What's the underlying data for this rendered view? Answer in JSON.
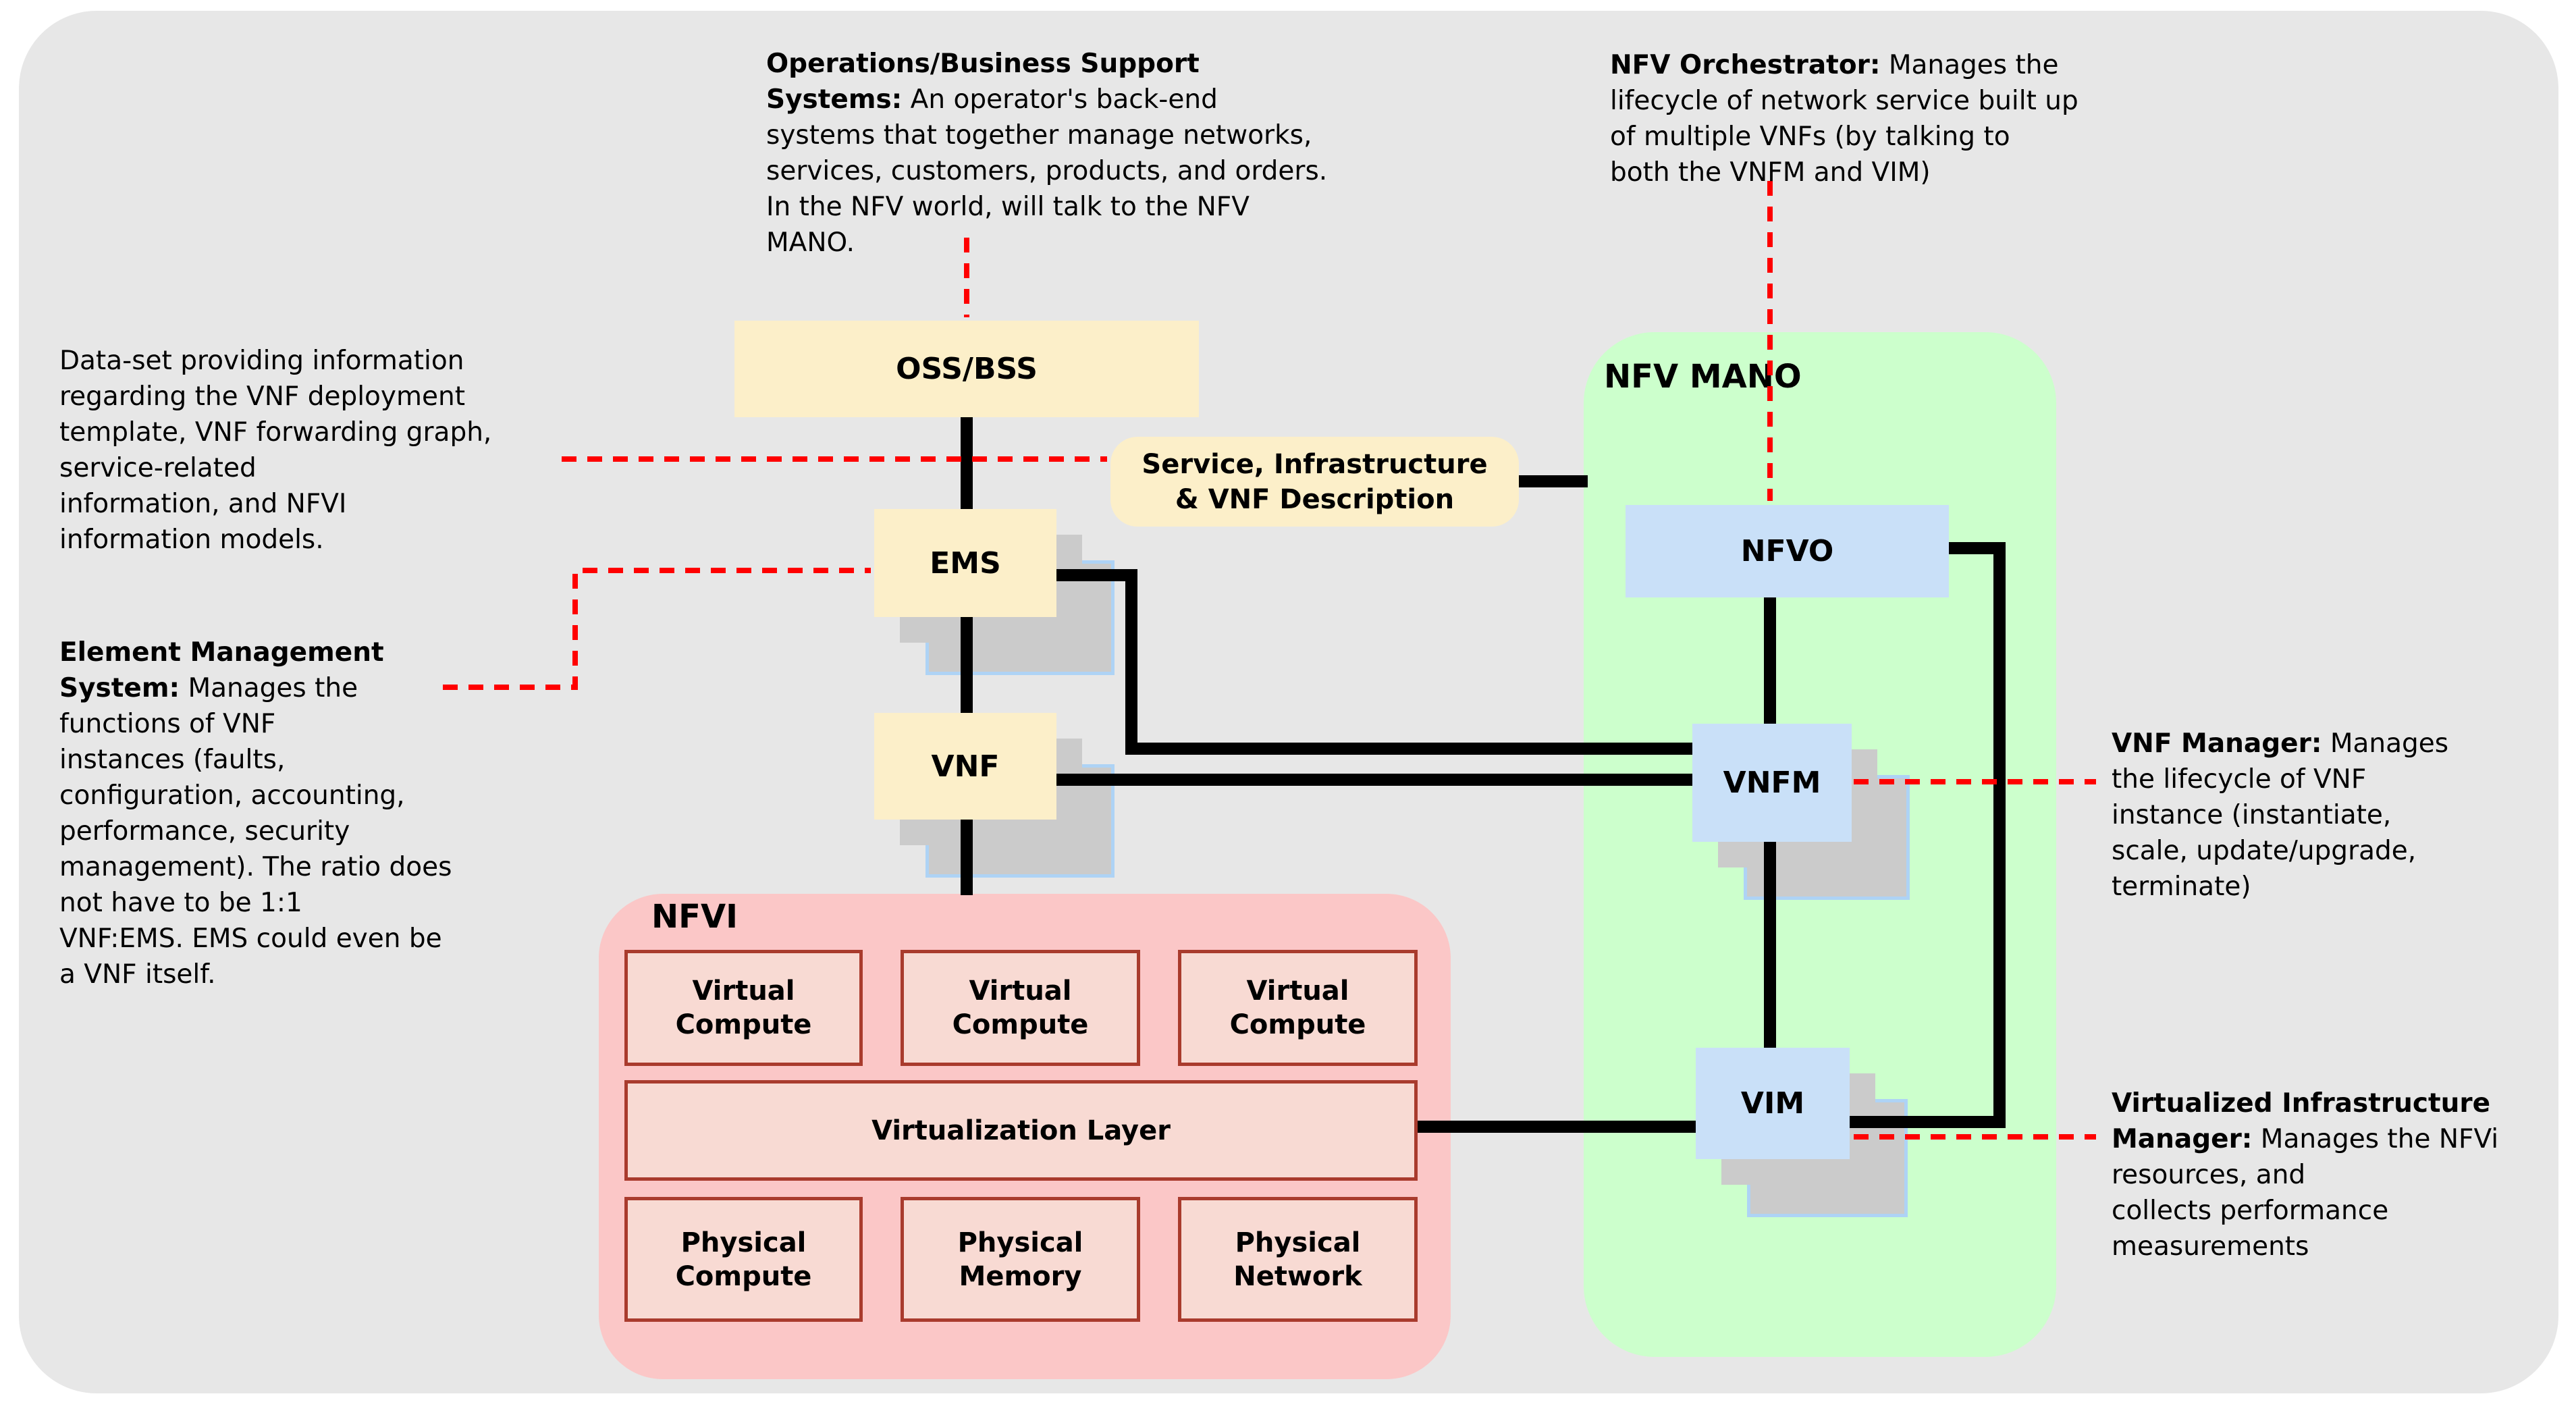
{
  "diagram_title": "NFV MANO architecture diagram",
  "colors": {
    "background_outer": "#FFFFFF",
    "background_panel": "#E7E7E7",
    "cream_box": "#FCEFC9",
    "blue_box": "#C9E0F8",
    "green_panel": "#CCFFCC",
    "pink_panel": "#FBC7C7",
    "pink_box_fill": "#F8DAD3",
    "pink_box_border": "#A93B2D",
    "shadow_gray": "#CBCBCB",
    "shadow_border_blue": "#AED3F5",
    "connector_black": "#000000",
    "leader_red": "#FF0000"
  },
  "boxes": {
    "oss": {
      "label": "OSS/BSS"
    },
    "ems": {
      "label": "EMS"
    },
    "vnf": {
      "label": "VNF"
    },
    "service_desc": {
      "label": "Service, Infrastructure\n& VNF Description"
    },
    "nfvo": {
      "label": "NFVO"
    },
    "vnfm": {
      "label": "VNFM"
    },
    "vim": {
      "label": "VIM"
    }
  },
  "panels": {
    "mano": {
      "label": "NFV MANO"
    },
    "nfvi": {
      "label": "NFVI",
      "virtual_compute": [
        "Virtual\nCompute",
        "Virtual\nCompute",
        "Virtual\nCompute"
      ],
      "virtualization_layer": "Virtualization Layer",
      "physical": [
        "Physical\nCompute",
        "Physical\nMemory",
        "Physical\nNetwork"
      ]
    }
  },
  "annotations": {
    "oss": {
      "lines": [
        {
          "b": "Operations/Business Support"
        },
        {
          "b": "Systems:",
          "r": " An operator's back-end"
        },
        {
          "r": "systems that together manage networks,"
        },
        {
          "r": "services, customers, products, and orders."
        },
        {
          "r": "In the NFV world, will talk to the NFV"
        },
        {
          "r": "MANO."
        }
      ]
    },
    "nfvo": {
      "lines": [
        {
          "b": "NFV Orchestrator:",
          "r": " Manages the"
        },
        {
          "r": "lifecycle of network service built up"
        },
        {
          "r": "of multiple VNFs (by talking to"
        },
        {
          "r": "both the VNFM and VIM)"
        }
      ]
    },
    "dataset": {
      "lines": [
        {
          "r": "Data-set providing information"
        },
        {
          "r": "regarding the VNF deployment"
        },
        {
          "r": "template, VNF forwarding graph,"
        },
        {
          "r": "service-related"
        },
        {
          "r": "information, and NFVI"
        },
        {
          "r": "information models."
        }
      ]
    },
    "ems": {
      "lines": [
        {
          "b": "Element Management"
        },
        {
          "b": "System:",
          "r": " Manages the"
        },
        {
          "r": "functions of VNF"
        },
        {
          "r": "instances (faults,"
        },
        {
          "r": "configuration, accounting,"
        },
        {
          "r": "performance, security"
        },
        {
          "r": "management). The ratio does"
        },
        {
          "r": "not have to be 1:1"
        },
        {
          "r": "VNF:EMS. EMS could even be"
        },
        {
          "r": "a VNF itself."
        }
      ]
    },
    "vnfm": {
      "lines": [
        {
          "b": "VNF Manager:",
          "r": " Manages"
        },
        {
          "r": "the lifecycle of VNF"
        },
        {
          "r": "instance (instantiate,"
        },
        {
          "r": "scale, update/upgrade,"
        },
        {
          "r": "terminate)"
        }
      ]
    },
    "vim": {
      "lines": [
        {
          "b": "Virtualized Infrastructure"
        },
        {
          "b": "Manager:",
          "r": " Manages the NFVi"
        },
        {
          "r": "resources, and"
        },
        {
          "r": "collects performance"
        },
        {
          "r": "measurements"
        }
      ]
    }
  }
}
